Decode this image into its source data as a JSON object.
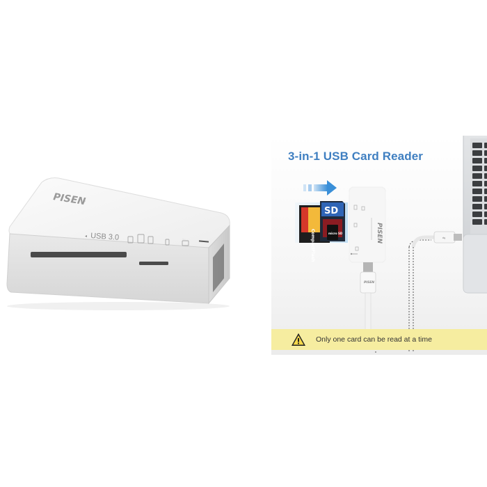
{
  "product": {
    "brand": "PISEN",
    "brand_mark": "®",
    "interface_label": "USB 3.0",
    "port_arrow": "◂"
  },
  "panel": {
    "title": "3-in-1 USB Card Reader",
    "warning": "Only one card can be read at a time",
    "cable_brand": "PISEN",
    "sd_label": "SD",
    "micro_label": "micro SD",
    "cf_label": "CompactFlash"
  },
  "colors": {
    "title_blue": "#3f7fc1",
    "warning_yellow": "#f6eda0",
    "arrow_blue": "#3a8fd8",
    "device_white": "#f4f4f4"
  },
  "icons": {
    "warning": "warning-triangle-icon",
    "insert_arrow": "double-arrow-right-icon",
    "usb": "usb-icon"
  }
}
